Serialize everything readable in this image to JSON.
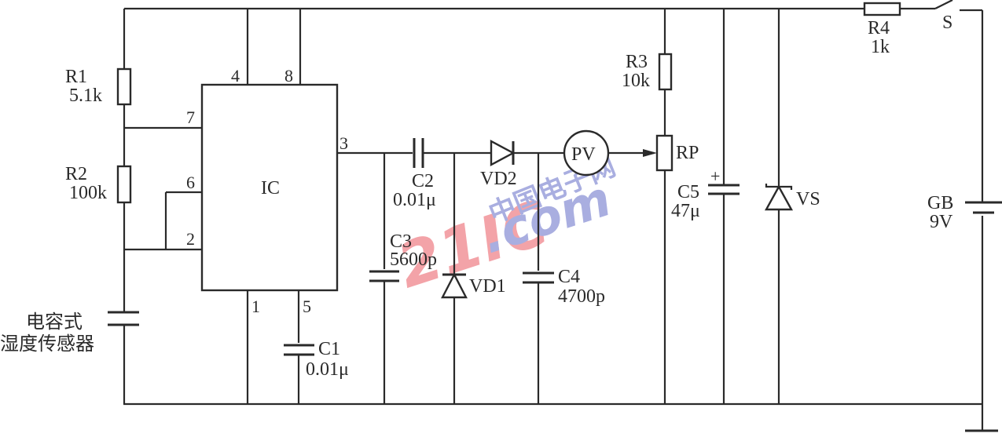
{
  "title": "Capacitive humidity sensor meter circuit",
  "ic": {
    "label": "IC",
    "pins": {
      "p1": "1",
      "p2": "2",
      "p3": "3",
      "p4": "4",
      "p5": "5",
      "p6": "6",
      "p7": "7",
      "p8": "8"
    }
  },
  "components": {
    "r1": {
      "ref": "R1",
      "value": "5.1k"
    },
    "r2": {
      "ref": "R2",
      "value": "100k"
    },
    "r3": {
      "ref": "R3",
      "value": "10k"
    },
    "r4": {
      "ref": "R4",
      "value": "1k"
    },
    "rp": {
      "ref": "RP"
    },
    "c1": {
      "ref": "C1",
      "value": "0.01μ"
    },
    "c2": {
      "ref": "C2",
      "value": "0.01μ"
    },
    "c3": {
      "ref": "C3",
      "value": "5600p"
    },
    "c4": {
      "ref": "C4",
      "value": "4700p"
    },
    "c5": {
      "ref": "C5",
      "value": "47μ",
      "polarity": "+"
    },
    "vd1": {
      "ref": "VD1"
    },
    "vd2": {
      "ref": "VD2"
    },
    "vs": {
      "ref": "VS"
    },
    "pv": {
      "ref": "PV"
    },
    "s": {
      "ref": "S"
    },
    "gb": {
      "ref": "GB",
      "value": "9V"
    },
    "sensor": {
      "line1": "电容式",
      "line2": "湿度传感器"
    }
  },
  "watermark": {
    "brand": "21IC",
    "domain": ".com",
    "cn": "中国电子网",
    "colors": {
      "red": "#f3a3a8",
      "blue": "#a9aee0"
    }
  }
}
